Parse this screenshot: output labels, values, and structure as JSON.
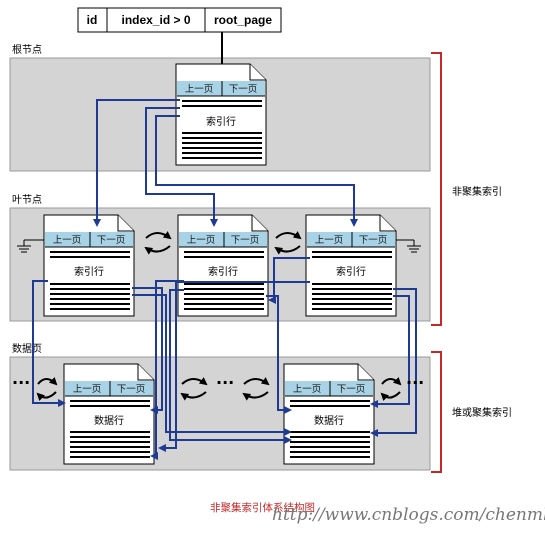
{
  "header": {
    "columns": [
      "id",
      "index_id > 0",
      "root_page"
    ]
  },
  "levels": {
    "root": "根节点",
    "leaf": "叶节点",
    "data": "数据页"
  },
  "page": {
    "prev": "上一页",
    "next": "下一页",
    "index_row": "索引行",
    "data_row": "数据行"
  },
  "side_labels": {
    "nonclustered": "非聚集索引",
    "heap_or_clustered": "堆或聚集索引"
  },
  "caption": "非聚集索引体系结构图",
  "watermark": "http://www.cnblogs.com/chenmh/",
  "colors": {
    "link": "#1f3a93",
    "bracket": "#c62828",
    "header_bar": "#a8d3e6",
    "band": "#d4d4d4"
  }
}
